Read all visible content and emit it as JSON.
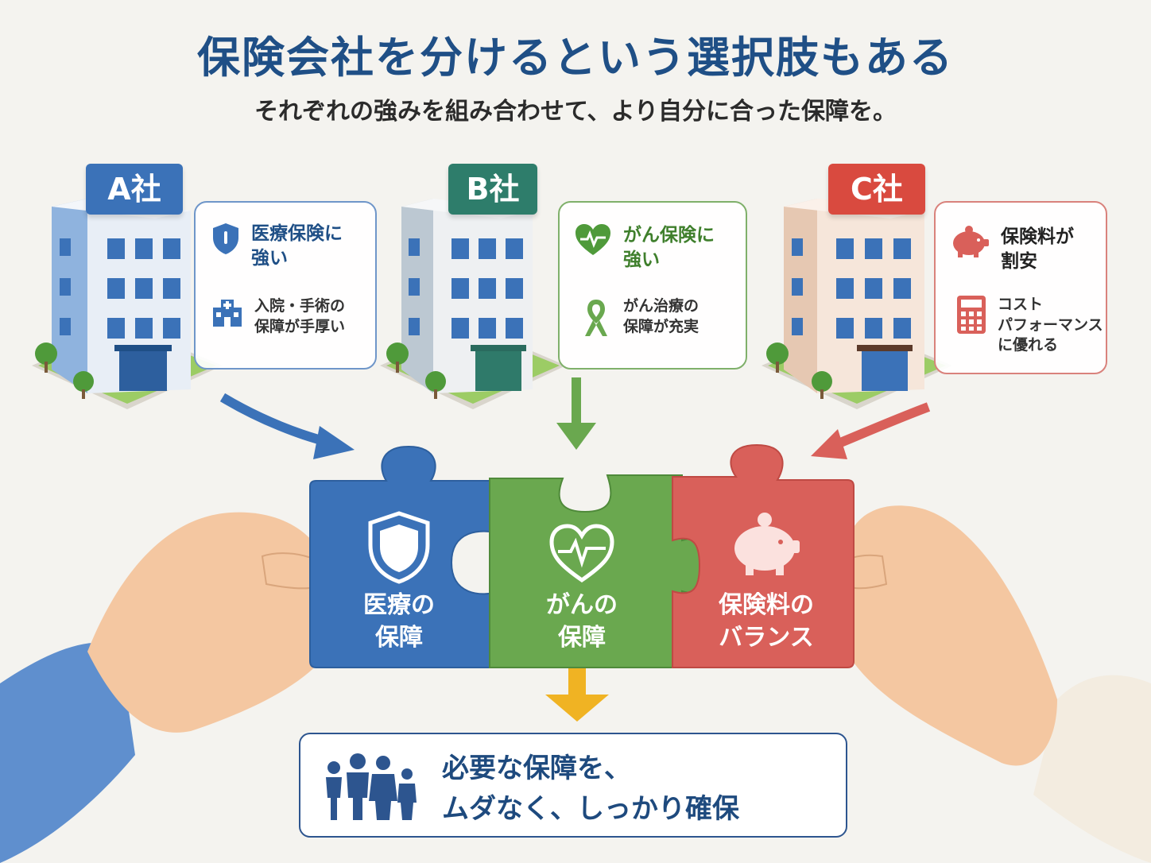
{
  "title": "保険会社を分けるという選択肢もある",
  "subtitle": "それぞれの強みを組み合わせて、より自分に合った保障を。",
  "colors": {
    "blue": "#3b72b8",
    "green": "#6aa84f",
    "red": "#d9605a",
    "navy": "#1f4f86",
    "yellow": "#f0b323"
  },
  "companies": [
    {
      "sign": "A社",
      "headline": [
        "医療保険に",
        "強い"
      ],
      "detail": [
        "入院・手術の",
        "保障が手厚い"
      ],
      "headline_icon": "shield-icon",
      "detail_icon": "hospital-icon"
    },
    {
      "sign": "B社",
      "headline": [
        "がん保険に",
        "強い"
      ],
      "detail": [
        "がん治療の",
        "保障が充実"
      ],
      "headline_icon": "heart-pulse-icon",
      "detail_icon": "ribbon-icon"
    },
    {
      "sign": "C社",
      "headline": [
        "保険料が",
        "割安"
      ],
      "detail": [
        "コスト",
        "パフォーマンス",
        "に優れる"
      ],
      "headline_icon": "piggy-bank-icon",
      "detail_icon": "calculator-icon"
    }
  ],
  "puzzles": [
    {
      "label": "医療の\n保障",
      "icon": "shield-icon"
    },
    {
      "label": "がんの\n保障",
      "icon": "heart-pulse-icon"
    },
    {
      "label": "保険料の\nバランス",
      "icon": "piggy-bank-icon"
    }
  ],
  "result": {
    "lines": [
      "必要な保障を、",
      "ムダなく、しっかり確保"
    ],
    "icon": "family-icon"
  }
}
